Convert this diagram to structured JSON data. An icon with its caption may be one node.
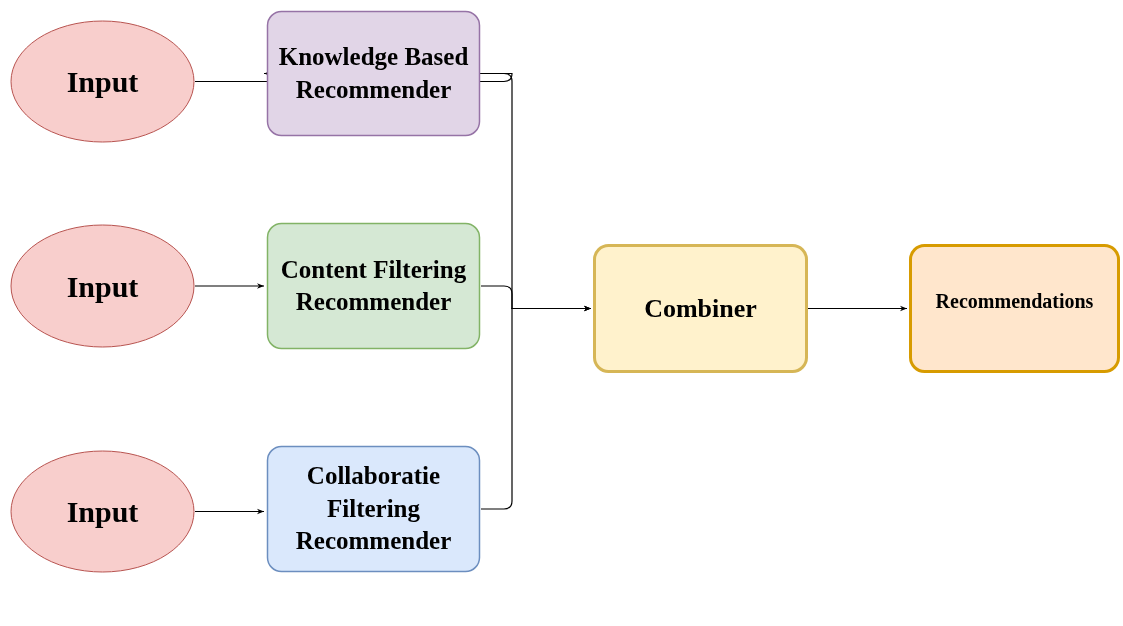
{
  "diagram": {
    "nodes": [
      {
        "text": [
          "Input"
        ]
      },
      {
        "text": [
          "Knowledge Based Recommender"
        ]
      },
      {
        "text": [
          "Input"
        ]
      },
      {
        "text": [
          "Content Filtering Recommender"
        ]
      },
      {
        "text": [
          "Input"
        ]
      },
      {
        "text": [
          "Collaboratie Filtering Recommender"
        ]
      },
      {
        "text": [
          "Combiner"
        ]
      },
      {
        "text": [
          "Recommendations"
        ]
      }
    ],
    "edges": [
      {
        "from": 0,
        "to": 1,
        "arrow": "to"
      },
      {
        "from": 2,
        "to": 3,
        "arrow": "to"
      },
      {
        "from": 4,
        "to": 5,
        "arrow": "to"
      },
      {
        "from": 1,
        "to": 6,
        "arrow": "to"
      },
      {
        "from": 3,
        "to": 6,
        "arrow": "to"
      },
      {
        "from": 5,
        "to": 6,
        "arrow": "to"
      },
      {
        "from": 6,
        "to": 7,
        "arrow": "to"
      }
    ]
  }
}
